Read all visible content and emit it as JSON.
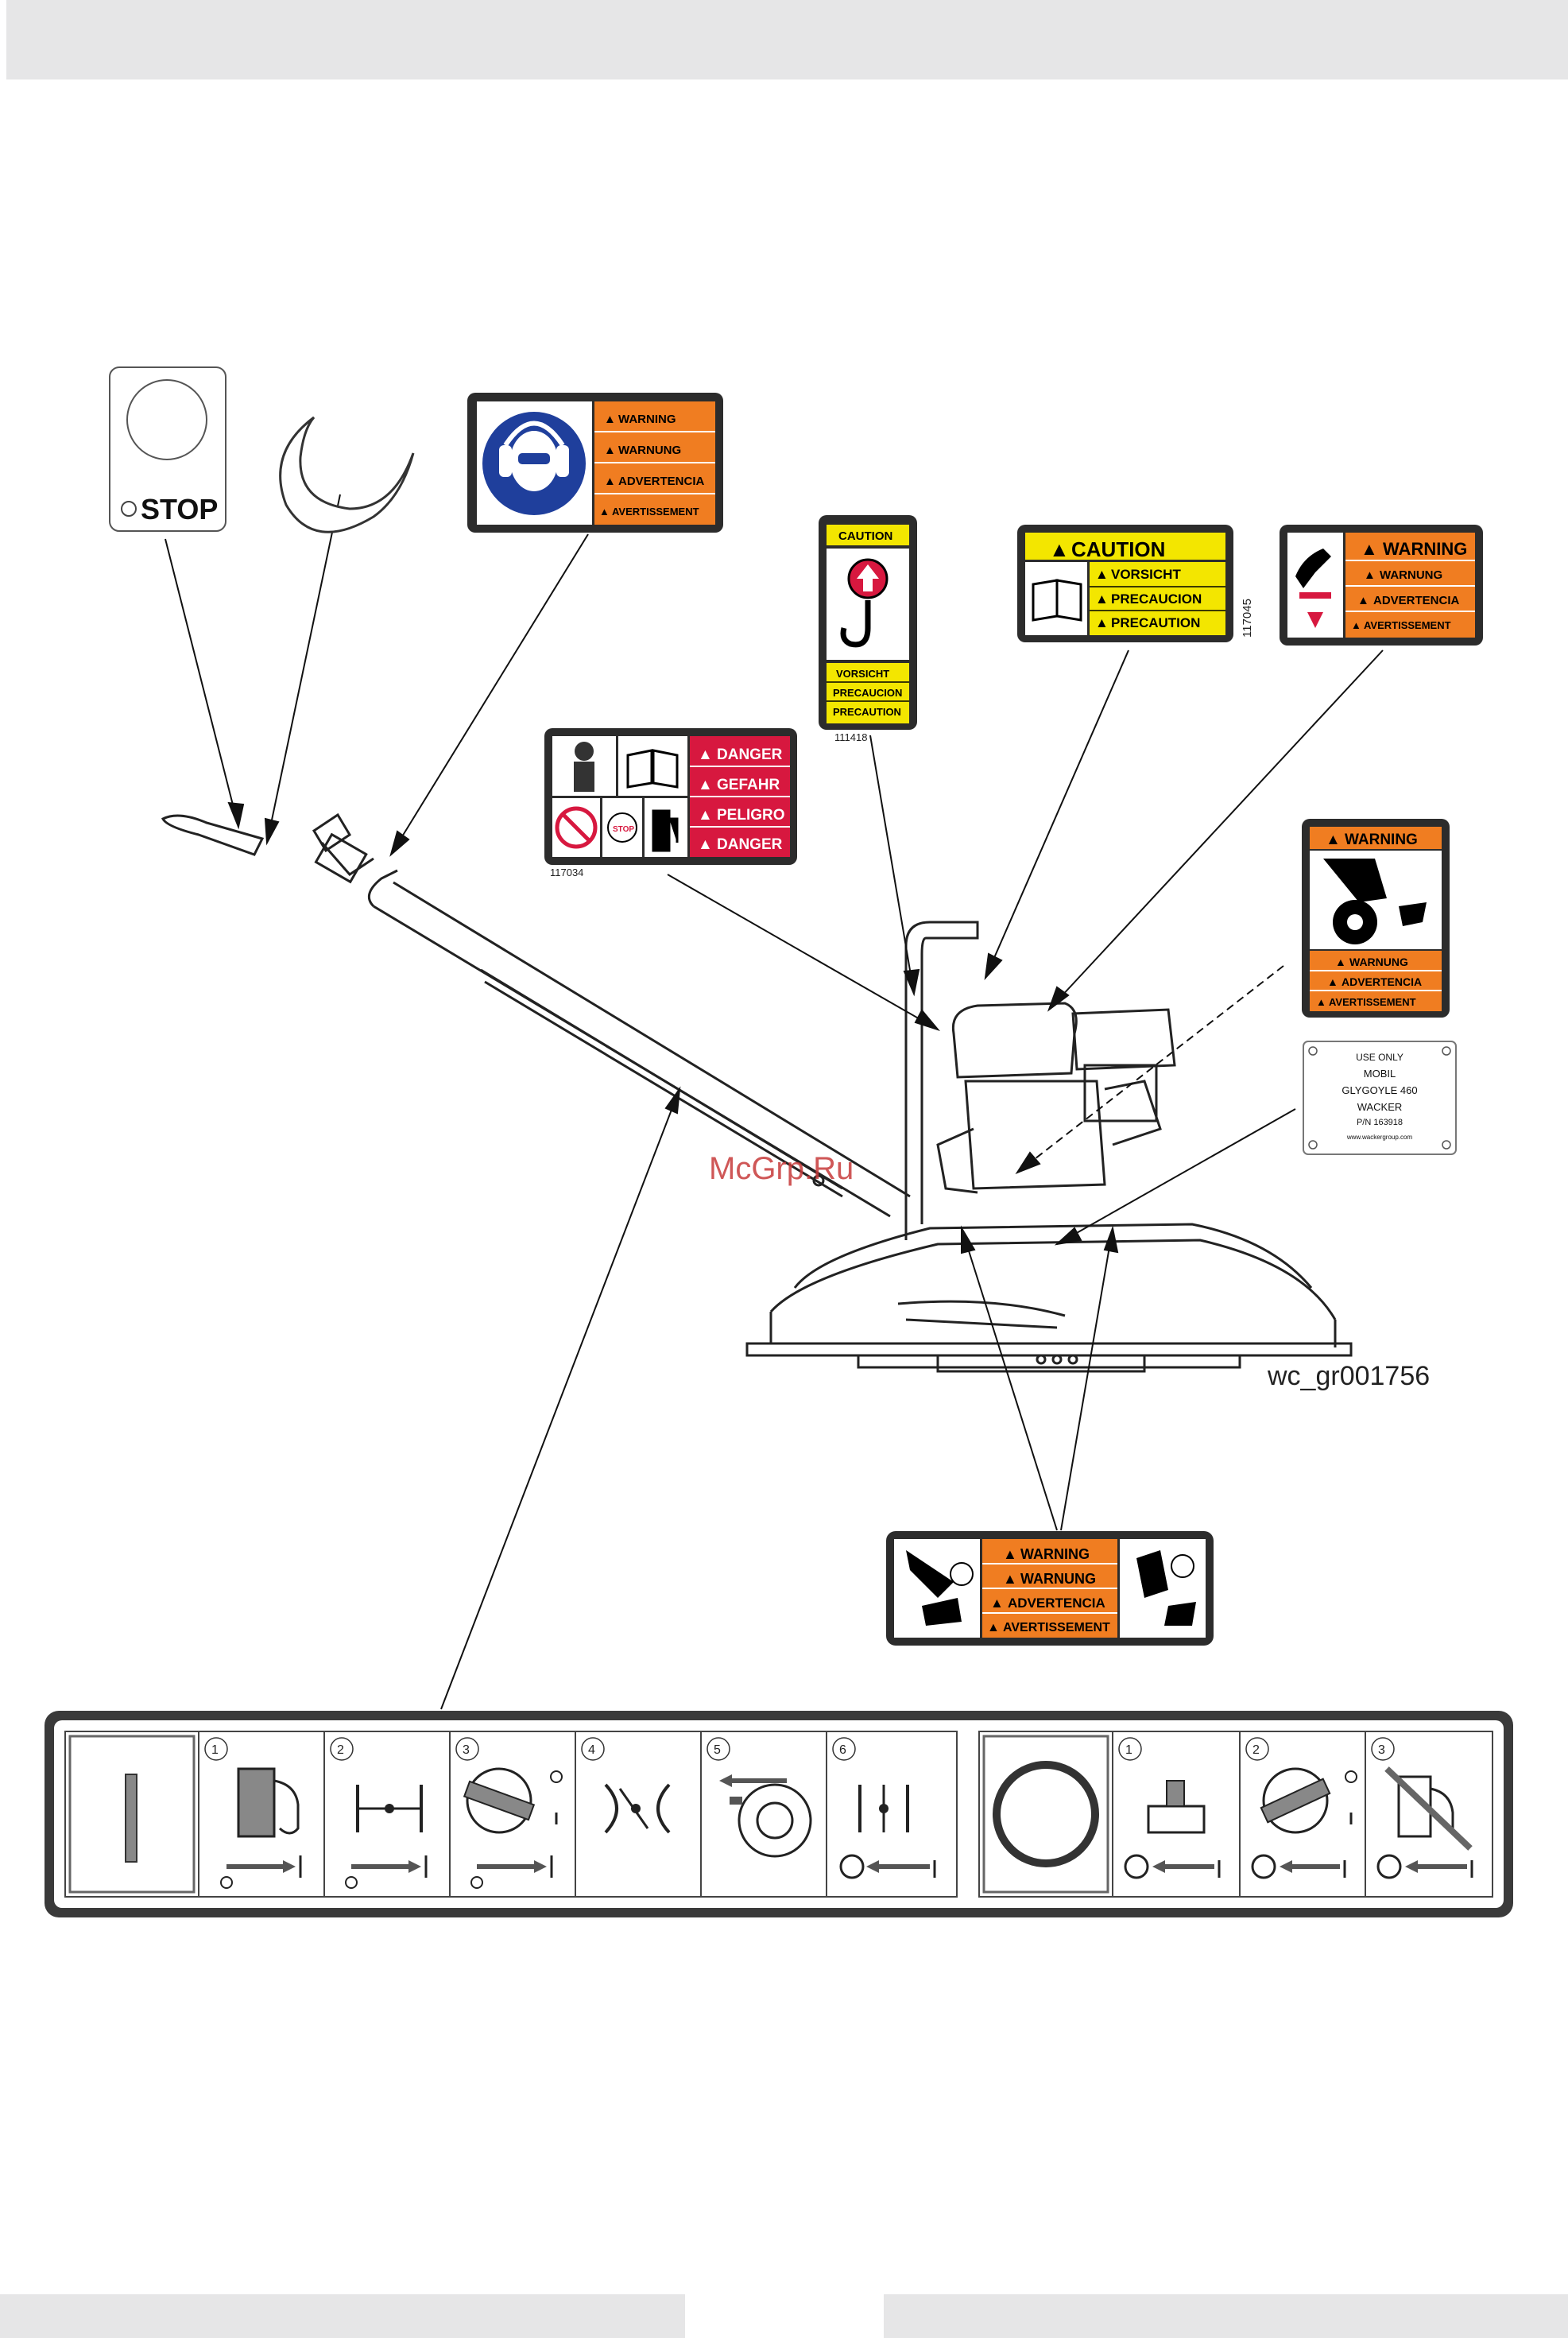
{
  "figure_code": "wc_gr001756",
  "watermark": "McGrp.Ru",
  "decals": {
    "stop_switch": {
      "text": "STOP"
    },
    "ppe_warning": {
      "lines": [
        "WARNING",
        "WARNUNG",
        "ADVERTENCIA",
        "AVERTISSEMENT"
      ]
    },
    "lifting_caution": {
      "top": "CAUTION",
      "lines": [
        "VORSICHT",
        "PRECAUCION",
        "PRECAUTION"
      ],
      "part_no": "111418"
    },
    "manual_caution": {
      "title": "CAUTION",
      "lines": [
        "VORSICHT",
        "PRECAUCION",
        "PRECAUTION"
      ],
      "part_no": "117045"
    },
    "hand_crush_warning": {
      "title": "WARNING",
      "lines": [
        "WARNUNG",
        "ADVERTENCIA",
        "AVERTISSEMENT"
      ]
    },
    "fuel_danger": {
      "lines": [
        "DANGER",
        "GEFAHR",
        "PELIGRO",
        "DANGER"
      ],
      "stop_text": "STOP",
      "part_no": "117034"
    },
    "belt_warning": {
      "title": "WARNING",
      "lines": [
        "WARNUNG",
        "ADVERTENCIA",
        "AVERTISSEMENT"
      ]
    },
    "oil_plate": {
      "lines": [
        "USE ONLY",
        "MOBIL",
        "GLYGOYLE 460",
        "WACKER",
        "P/N 163918"
      ],
      "url": "www.wackergroup.com"
    },
    "rotor_warning": {
      "lines": [
        "WARNING",
        "WARNUNG",
        "ADVERTENCIA",
        "AVERTISSEMENT"
      ]
    },
    "operation_strip": {
      "start_steps": [
        "1",
        "2",
        "3",
        "4",
        "5",
        "6"
      ],
      "stop_steps": [
        "1",
        "2",
        "3"
      ]
    }
  },
  "colors": {
    "orange": "#f07d21",
    "yellow": "#f3e600",
    "red": "#d7183f",
    "blue": "#1f3f9c",
    "frame": "#2d2d2d"
  }
}
